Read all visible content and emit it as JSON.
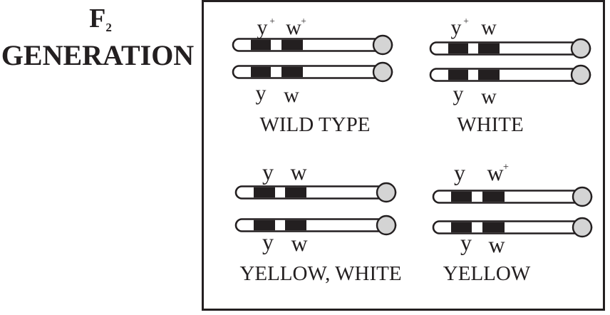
{
  "heading": {
    "line1": "F",
    "line1_subscript": "2",
    "line2": "GENERATION"
  },
  "colors": {
    "ink": "#231f20",
    "centromere": "#d4d4d4",
    "band": "#231f20",
    "background": "#ffffff"
  },
  "phenotypes": [
    {
      "label": "WILD TYPE",
      "top_alleles": [
        "y",
        "w"
      ],
      "top_plus": [
        true,
        true
      ],
      "bottom_alleles": [
        "y",
        "w"
      ],
      "bottom_plus": [
        false,
        false
      ]
    },
    {
      "label": "WHITE",
      "top_alleles": [
        "y",
        "w"
      ],
      "top_plus": [
        true,
        false
      ],
      "bottom_alleles": [
        "y",
        "w"
      ],
      "bottom_plus": [
        false,
        false
      ]
    },
    {
      "label": "YELLOW, WHITE",
      "top_alleles": [
        "y",
        "w"
      ],
      "top_plus": [
        false,
        false
      ],
      "bottom_alleles": [
        "y",
        "w"
      ],
      "bottom_plus": [
        false,
        false
      ]
    },
    {
      "label": "YELLOW",
      "top_alleles": [
        "y",
        "w"
      ],
      "top_plus": [
        false,
        true
      ],
      "bottom_alleles": [
        "y",
        "w"
      ],
      "bottom_plus": [
        false,
        false
      ]
    }
  ],
  "plus_sign": "+"
}
